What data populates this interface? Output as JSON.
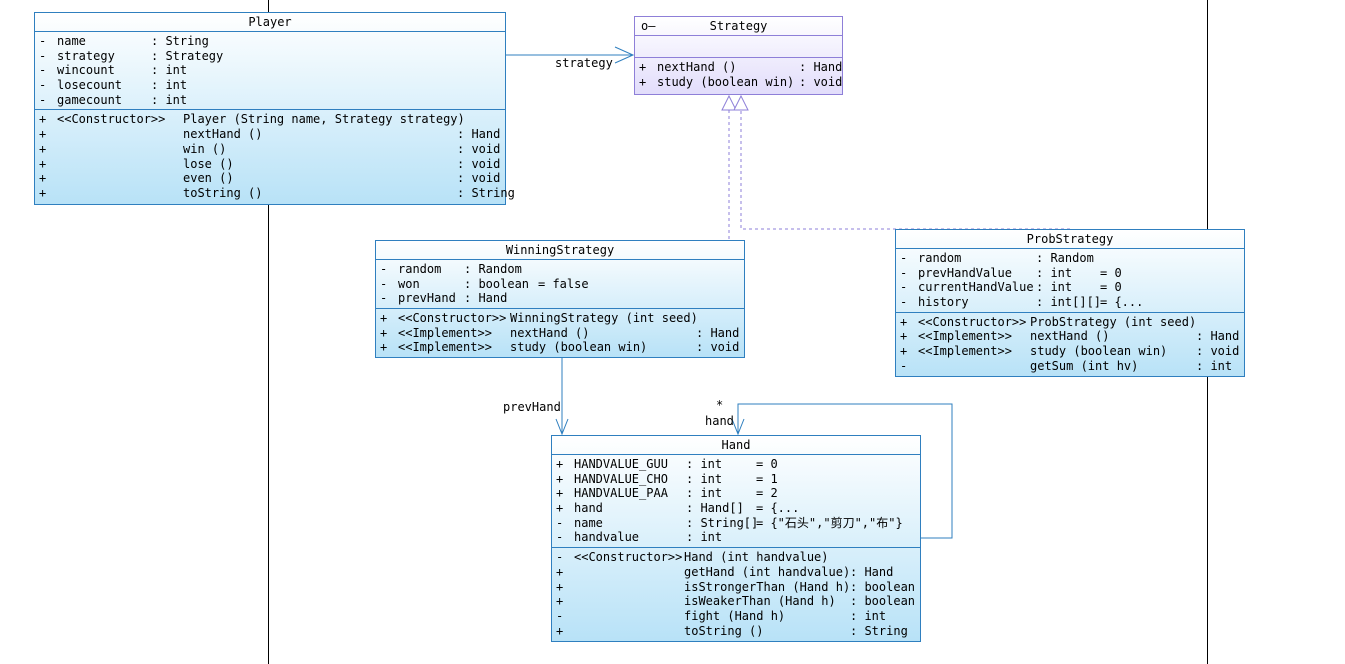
{
  "player": {
    "name": "Player",
    "attributes": [
      {
        "vis": "-",
        "name": "name",
        "type": ": String",
        "init": ""
      },
      {
        "vis": "-",
        "name": "strategy",
        "type": ": Strategy",
        "init": ""
      },
      {
        "vis": "-",
        "name": "wincount",
        "type": ": int",
        "init": ""
      },
      {
        "vis": "-",
        "name": "losecount",
        "type": ": int",
        "init": ""
      },
      {
        "vis": "-",
        "name": "gamecount",
        "type": ": int",
        "init": ""
      }
    ],
    "operations": [
      {
        "vis": "+",
        "stereo": "<<Constructor>>",
        "sig": "Player (String name, Strategy strategy)",
        "ret": ""
      },
      {
        "vis": "+",
        "stereo": "",
        "sig": "nextHand ()",
        "ret": ": Hand"
      },
      {
        "vis": "+",
        "stereo": "",
        "sig": "win ()",
        "ret": ": void"
      },
      {
        "vis": "+",
        "stereo": "",
        "sig": "lose ()",
        "ret": ": void"
      },
      {
        "vis": "+",
        "stereo": "",
        "sig": "even ()",
        "ret": ": void"
      },
      {
        "vis": "+",
        "stereo": "",
        "sig": "toString ()",
        "ret": ": String"
      }
    ]
  },
  "strategy": {
    "name": "Strategy",
    "icon": "interface-lollipop-icon",
    "attributes": [],
    "operations": [
      {
        "vis": "+",
        "stereo": "",
        "sig": "nextHand ()",
        "ret": ": Hand"
      },
      {
        "vis": "+",
        "stereo": "",
        "sig": "study (boolean win)",
        "ret": ": void"
      }
    ]
  },
  "winning": {
    "name": "WinningStrategy",
    "attributes": [
      {
        "vis": "-",
        "name": "random",
        "type": ": Random",
        "init": ""
      },
      {
        "vis": "-",
        "name": "won",
        "type": ": boolean",
        "init": "= false"
      },
      {
        "vis": "-",
        "name": "prevHand",
        "type": ": Hand",
        "init": ""
      }
    ],
    "operations": [
      {
        "vis": "+",
        "stereo": "<<Constructor>>",
        "sig": "WinningStrategy (int seed)",
        "ret": ""
      },
      {
        "vis": "+",
        "stereo": "<<Implement>>",
        "sig": "nextHand ()",
        "ret": ": Hand"
      },
      {
        "vis": "+",
        "stereo": "<<Implement>>",
        "sig": "study (boolean win)",
        "ret": ": void"
      }
    ]
  },
  "prob": {
    "name": "ProbStrategy",
    "attributes": [
      {
        "vis": "-",
        "name": "random",
        "type": ": Random",
        "init": ""
      },
      {
        "vis": "-",
        "name": "prevHandValue",
        "type": ": int",
        "init": "= 0"
      },
      {
        "vis": "-",
        "name": "currentHandValue",
        "type": ": int",
        "init": "= 0"
      },
      {
        "vis": "-",
        "name": "history",
        "type": ": int[][]",
        "init": "= {..."
      }
    ],
    "operations": [
      {
        "vis": "+",
        "stereo": "<<Constructor>>",
        "sig": "ProbStrategy (int seed)",
        "ret": ""
      },
      {
        "vis": "+",
        "stereo": "<<Implement>>",
        "sig": "nextHand ()",
        "ret": ": Hand"
      },
      {
        "vis": "+",
        "stereo": "<<Implement>>",
        "sig": "study (boolean win)",
        "ret": ": void"
      },
      {
        "vis": "-",
        "stereo": "",
        "sig": "getSum (int hv)",
        "ret": ": int"
      }
    ]
  },
  "hand": {
    "name": "Hand",
    "attributes": [
      {
        "vis": "+",
        "name": "HANDVALUE_GUU",
        "type": ": int",
        "init": "= 0"
      },
      {
        "vis": "+",
        "name": "HANDVALUE_CHO",
        "type": ": int",
        "init": "= 1"
      },
      {
        "vis": "+",
        "name": "HANDVALUE_PAA",
        "type": ": int",
        "init": "= 2"
      },
      {
        "vis": "+",
        "name": "hand",
        "type": ": Hand[]",
        "init": "= {..."
      },
      {
        "vis": "-",
        "name": "name",
        "type": ": String[]",
        "init": "= {\"石头\",\"剪刀\",\"布\"}"
      },
      {
        "vis": "-",
        "name": "handvalue",
        "type": ": int",
        "init": ""
      }
    ],
    "operations": [
      {
        "vis": "-",
        "stereo": "<<Constructor>>",
        "sig": "Hand (int handvalue)",
        "ret": ""
      },
      {
        "vis": "+",
        "stereo": "",
        "sig": "getHand (int handvalue)",
        "ret": ": Hand"
      },
      {
        "vis": "+",
        "stereo": "",
        "sig": "isStrongerThan (Hand h)",
        "ret": ": boolean"
      },
      {
        "vis": "+",
        "stereo": "",
        "sig": "isWeakerThan (Hand h)",
        "ret": ": boolean"
      },
      {
        "vis": "-",
        "stereo": "",
        "sig": "fight (Hand h)",
        "ret": ": int"
      },
      {
        "vis": "+",
        "stereo": "",
        "sig": "toString ()",
        "ret": ": String"
      }
    ]
  },
  "labels": {
    "strategy_assoc": "strategy",
    "prevHand_assoc": "prevHand",
    "hand_assoc": "hand",
    "hand_mult": "*"
  }
}
